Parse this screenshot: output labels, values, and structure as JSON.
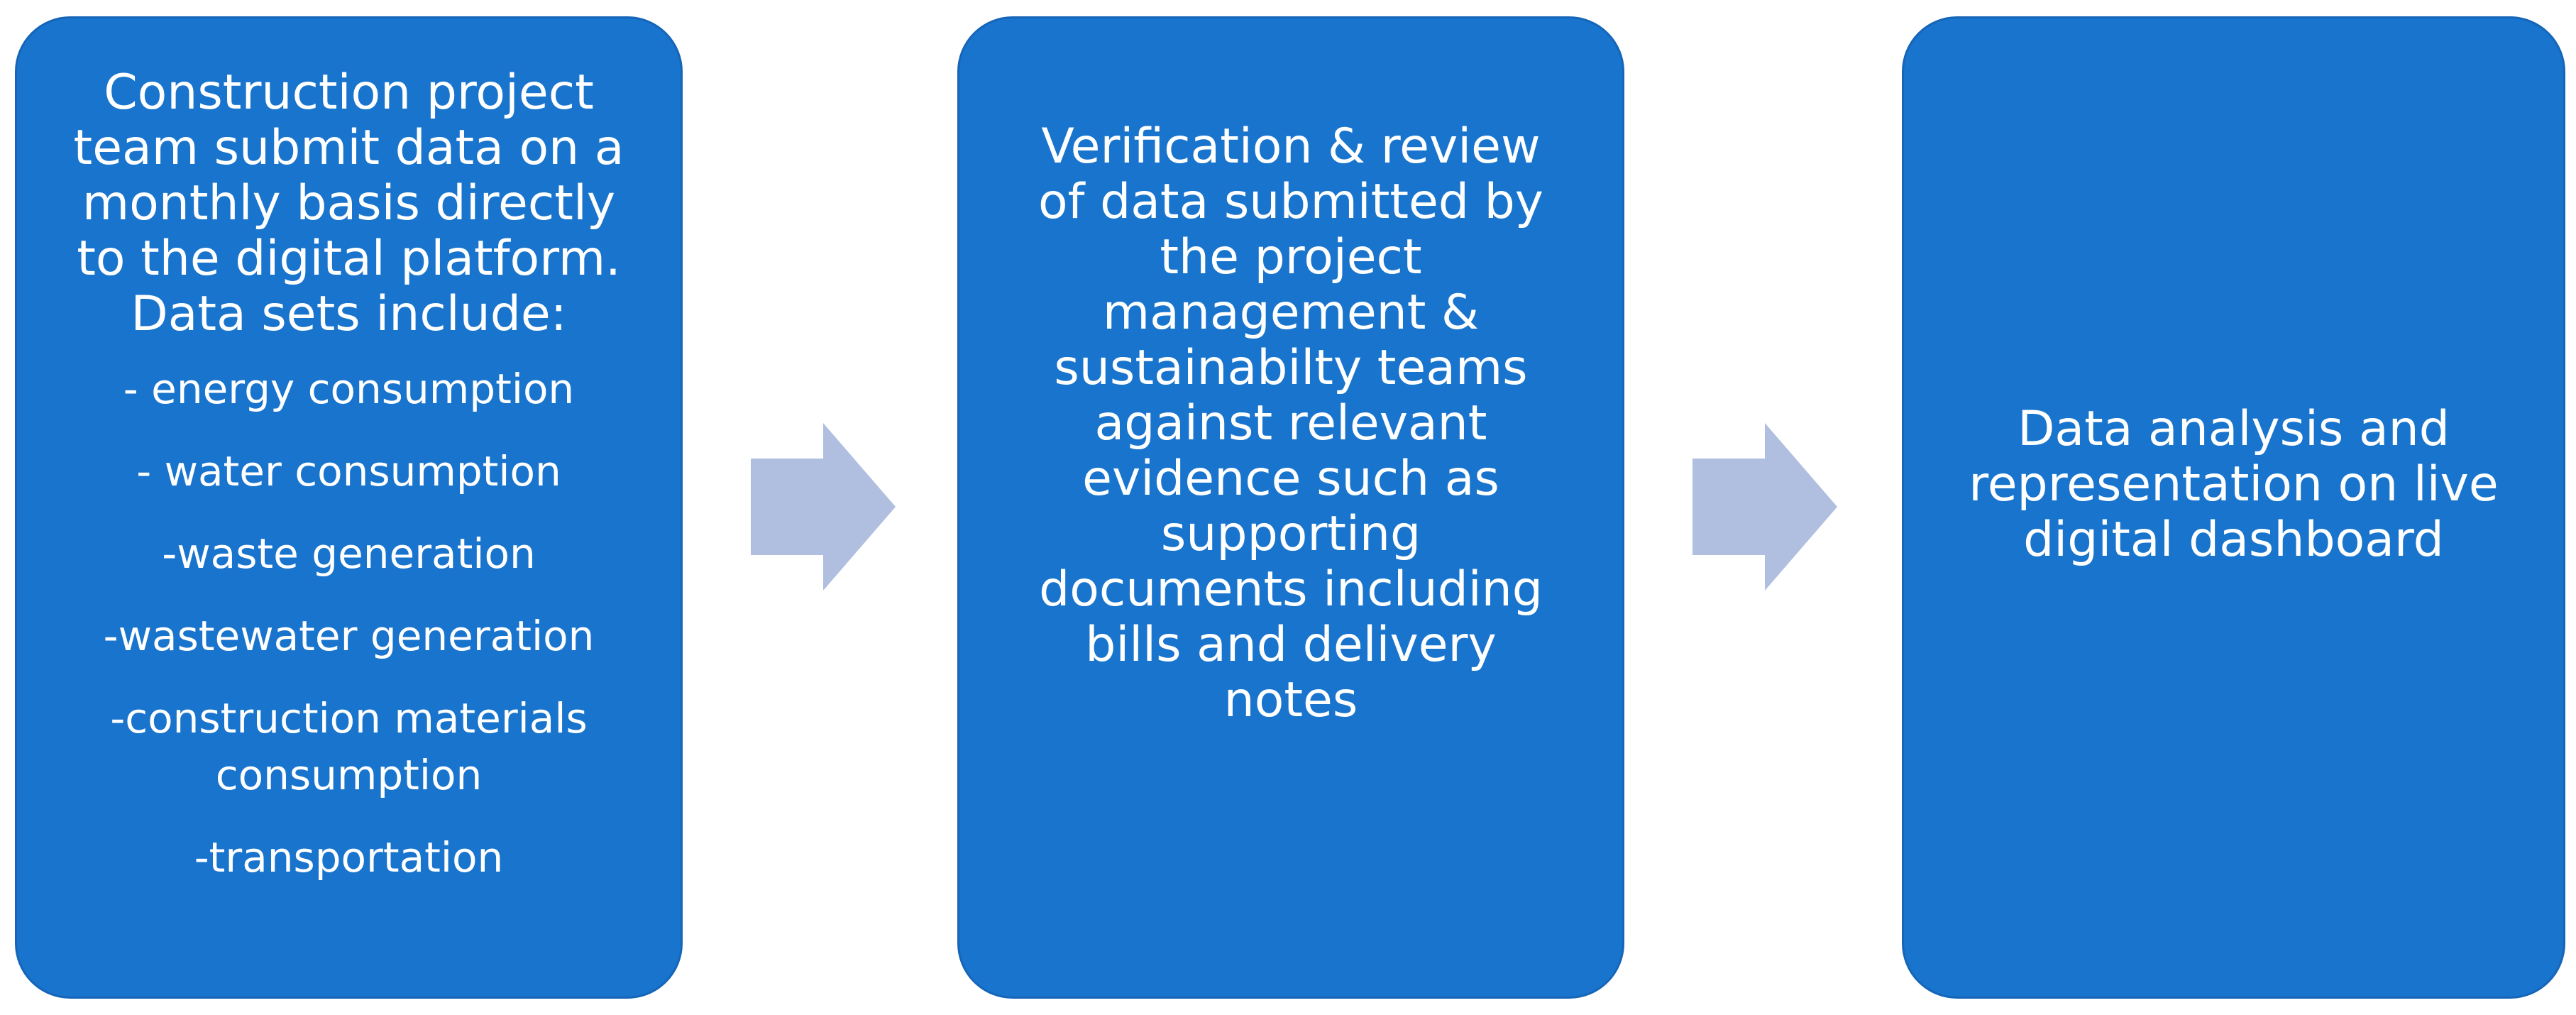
{
  "colors": {
    "box_fill": "#1874CC",
    "box_border": "#1565B8",
    "text": "#FFFFFF",
    "arrow": "#B0BEE0",
    "background": "#FFFFFF"
  },
  "steps": [
    {
      "heading": "Construction project\nteam submit data on a\nmonthly basis directly\nto the digital platform.\nData sets include:",
      "items": [
        "- energy consumption",
        "- water consumption",
        "-waste generation",
        "-wastewater generation",
        "-construction materials\nconsumption",
        "-transportation"
      ]
    },
    {
      "heading": "Verification  & review\nof data submitted by\nthe project\nmanagement &\nsustainabilty teams\nagainst relevant\nevidence such as\nsupporting\ndocuments including\nbills and delivery\nnotes"
    },
    {
      "heading": "Data analysis and\nrepresentation on live\ndigital dashboard"
    }
  ],
  "connectors": [
    {
      "from": 1,
      "to": 2,
      "icon": "right-arrow-icon"
    },
    {
      "from": 2,
      "to": 3,
      "icon": "right-arrow-icon"
    }
  ]
}
